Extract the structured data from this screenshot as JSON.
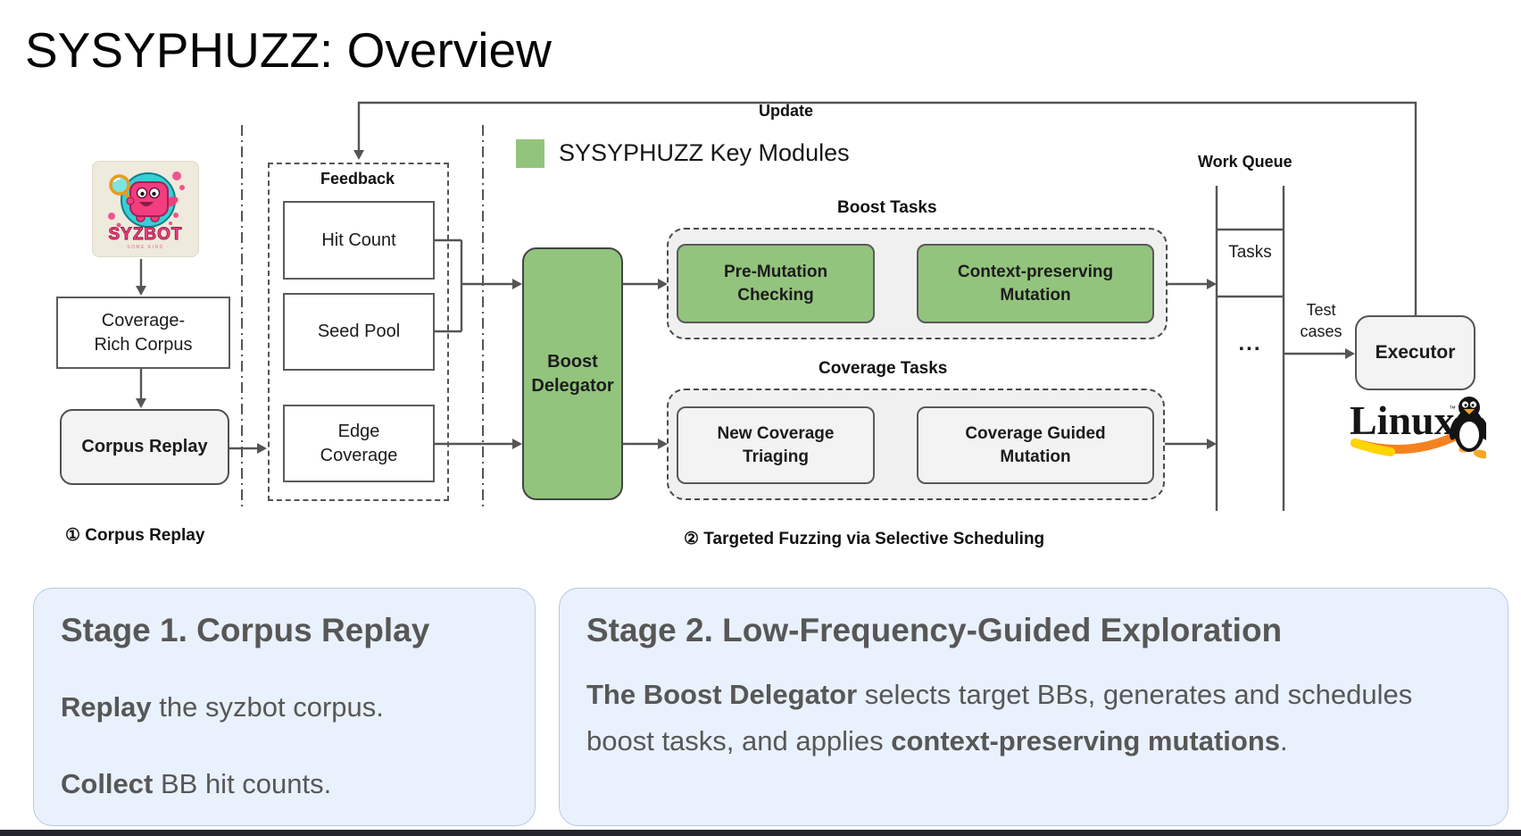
{
  "slide": {
    "title": "SYSYPHUZZ: Overview",
    "legend": {
      "label": "SYSYPHUZZ Key Modules"
    },
    "update_label": "Update",
    "stage_markers": {
      "marker1": "① Corpus Replay",
      "marker2": "② Targeted Fuzzing via Selective Scheduling"
    }
  },
  "pipeline": {
    "syzbot": {
      "logo_text": "SYZBOT",
      "logo_tagline": "· SOME KIND ·"
    },
    "coverage_rich_corpus": "Coverage-Rich Corpus",
    "corpus_replay": "Corpus Replay",
    "feedback": {
      "title": "Feedback",
      "hit_count": "Hit Count",
      "seed_pool": "Seed Pool",
      "edge_coverage": "Edge Coverage"
    },
    "boost_delegator": "Boost Delegator",
    "boost_tasks": {
      "title": "Boost Tasks",
      "pre_mutation": "Pre-Mutation Checking",
      "context_preserving": "Context-preserving Mutation"
    },
    "coverage_tasks": {
      "title": "Coverage Tasks",
      "new_coverage": "New Coverage Triaging",
      "coverage_guided": "Coverage Guided Mutation"
    },
    "work_queue": {
      "title": "Work Queue",
      "tasks": "Tasks",
      "ellipsis": "...",
      "test_cases": [
        "Test",
        "cases"
      ]
    },
    "executor": "Executor",
    "linux": "Linux"
  },
  "stages": {
    "stage1": {
      "heading": "Stage 1. Corpus Replay",
      "p1_bold": "Replay",
      "p1_rest": " the syzbot corpus.",
      "p2_bold": "Collect",
      "p2_rest": " BB hit counts."
    },
    "stage2": {
      "heading": "Stage 2. Low-Frequency-Guided Exploration",
      "seg1_bold": "The Boost Delegator",
      "seg2": " selects target BBs, generates and schedules boost tasks, and applies ",
      "seg3_bold": "context-preserving mutations",
      "seg4": "."
    }
  },
  "colors": {
    "module_green": "#93c47d",
    "card_blue": "#e9f1fc",
    "text_grey": "#575757",
    "line_grey": "#555555"
  }
}
